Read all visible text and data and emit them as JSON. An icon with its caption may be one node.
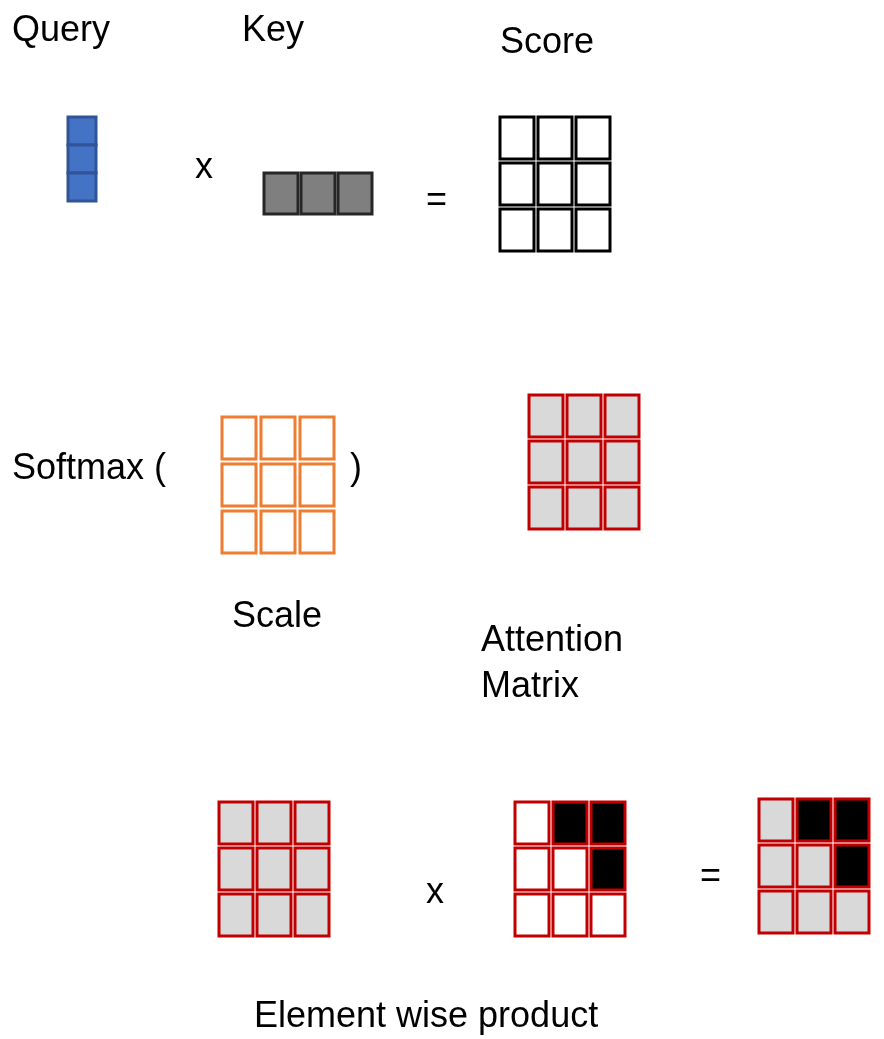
{
  "diagram": {
    "labels": [
      "Query",
      "Key",
      "Score",
      "x",
      "=",
      "Softmax (",
      ")",
      "Scale",
      "Attention Matrix",
      "x",
      "=",
      "Element wise product"
    ]
  }
}
